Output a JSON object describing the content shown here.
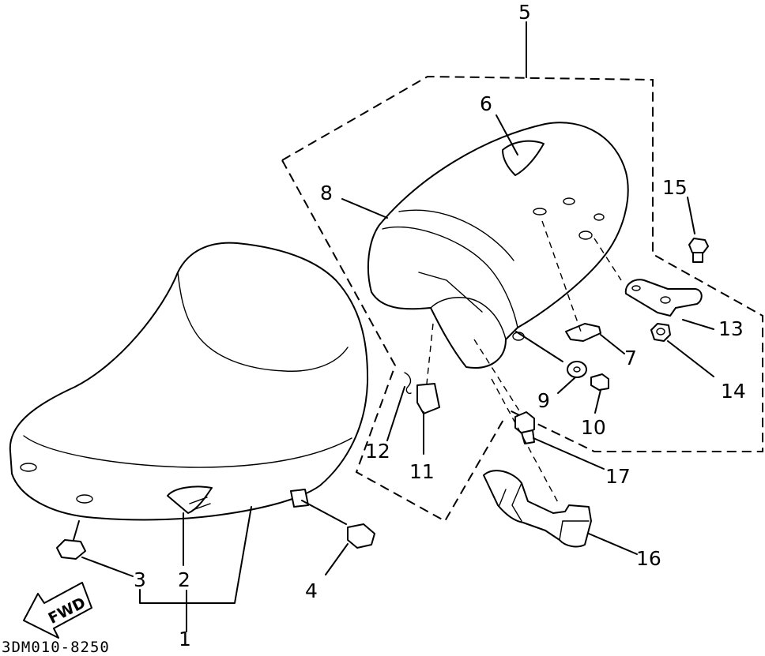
{
  "diagram": {
    "drawing_code": "3DM010-8250",
    "fwd_label": "FWD",
    "callouts": [
      {
        "id": "1",
        "label": "1"
      },
      {
        "id": "2",
        "label": "2"
      },
      {
        "id": "3",
        "label": "3"
      },
      {
        "id": "4",
        "label": "4"
      },
      {
        "id": "5",
        "label": "5"
      },
      {
        "id": "6",
        "label": "6"
      },
      {
        "id": "7",
        "label": "7"
      },
      {
        "id": "8",
        "label": "8"
      },
      {
        "id": "9",
        "label": "9"
      },
      {
        "id": "10",
        "label": "10"
      },
      {
        "id": "11",
        "label": "11"
      },
      {
        "id": "12",
        "label": "12"
      },
      {
        "id": "13",
        "label": "13"
      },
      {
        "id": "14",
        "label": "14"
      },
      {
        "id": "15",
        "label": "15"
      },
      {
        "id": "16",
        "label": "16"
      },
      {
        "id": "17",
        "label": "17"
      }
    ]
  }
}
